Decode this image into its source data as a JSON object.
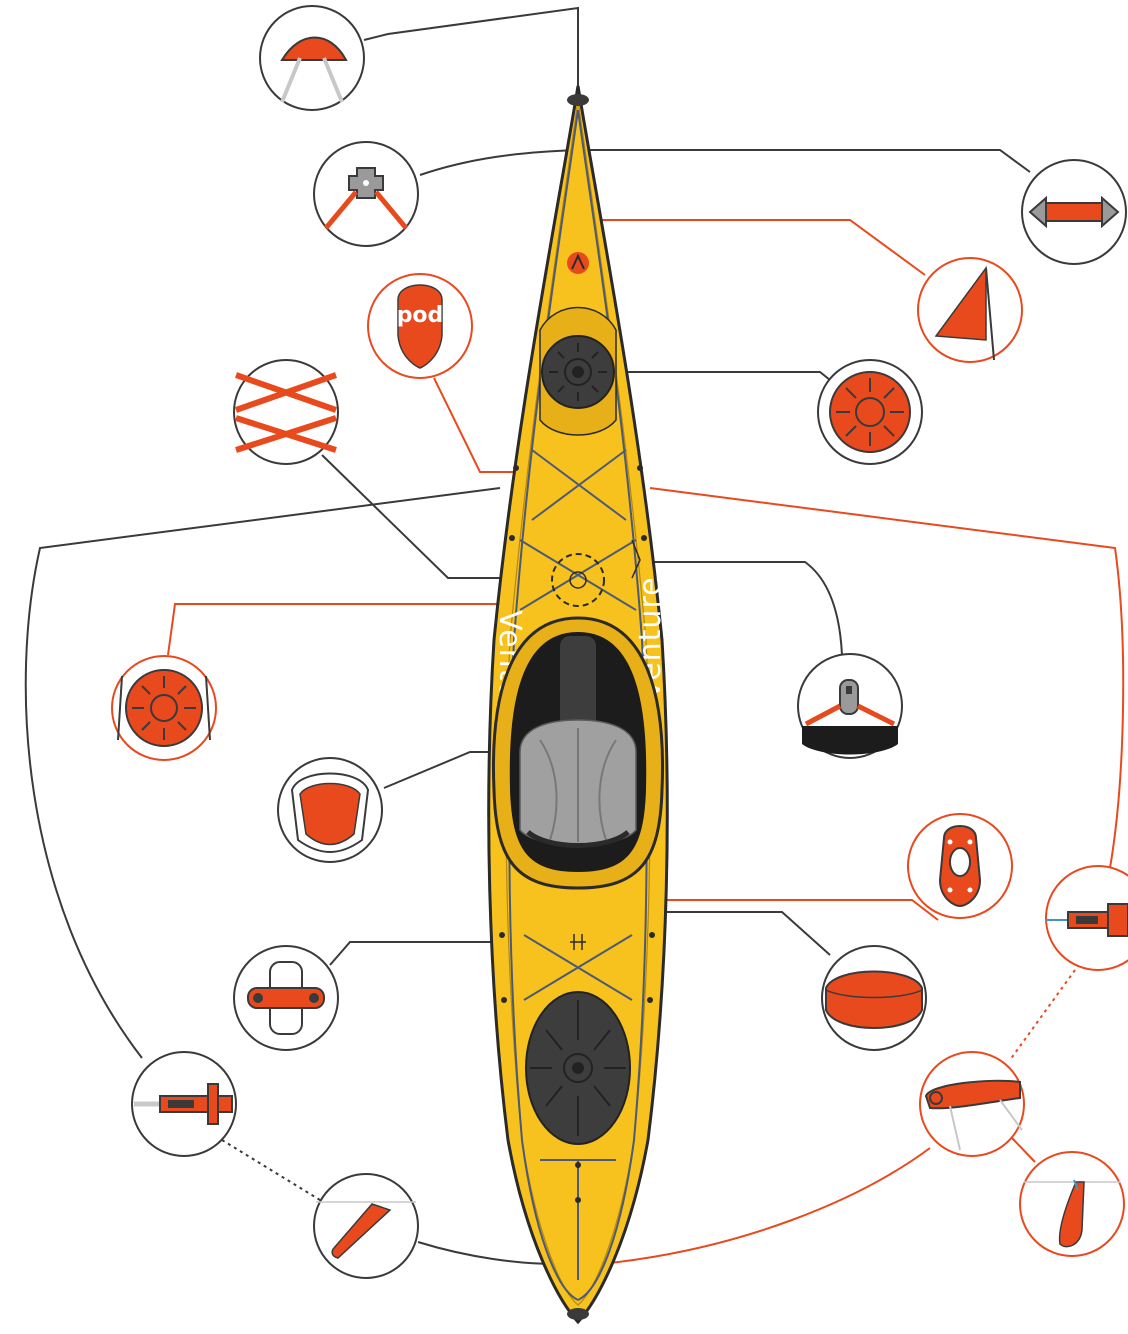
{
  "diagram": {
    "brand_text": "Venture",
    "logo_text": "pod",
    "colors": {
      "hull": "#f7c21d",
      "hull_edge": "#2a2a2a",
      "accent": "#e84a1e",
      "line": "#3a3a3a",
      "hatch": "#3d3d3d",
      "seat": "#9a9a9a",
      "rigging": "#4a5a78"
    },
    "callouts": [
      {
        "id": "bow-toggle",
        "icon": "toggle-handle-icon",
        "line_color": "dark"
      },
      {
        "id": "deck-fitting",
        "icon": "deck-fitting-icon",
        "line_color": "dark"
      },
      {
        "id": "carry-handle",
        "icon": "carry-handle-icon",
        "line_color": "dark"
      },
      {
        "id": "bow-flag",
        "icon": "safety-flag-icon",
        "line_color": "orange"
      },
      {
        "id": "pod-logo",
        "icon": "pod-badge-icon",
        "line_color": "orange"
      },
      {
        "id": "front-hatch",
        "icon": "hatch-cover-icon",
        "line_color": "dark"
      },
      {
        "id": "deck-bungee",
        "icon": "bungee-cross-icon",
        "line_color": "dark"
      },
      {
        "id": "day-hatch",
        "icon": "day-hatch-icon",
        "line_color": "orange"
      },
      {
        "id": "recessed-fitting",
        "icon": "recessed-fitting-icon",
        "line_color": "dark"
      },
      {
        "id": "seat-back",
        "icon": "seat-back-icon",
        "line_color": "dark"
      },
      {
        "id": "cable-guide",
        "icon": "cable-guide-icon",
        "line_color": "orange"
      },
      {
        "id": "skeg-control",
        "icon": "skeg-slider-icon",
        "line_color": "orange"
      },
      {
        "id": "paddle-park",
        "icon": "paddle-park-icon",
        "line_color": "dark"
      },
      {
        "id": "rear-hatch",
        "icon": "rear-hatch-icon",
        "line_color": "dark"
      },
      {
        "id": "rudder-slider",
        "icon": "rudder-slider-icon",
        "line_color": "dark"
      },
      {
        "id": "rudder-pedal",
        "icon": "rudder-pedal-icon",
        "line_color": "orange"
      },
      {
        "id": "skeg-blade",
        "icon": "skeg-blade-icon",
        "line_color": "dark"
      },
      {
        "id": "rudder-blade",
        "icon": "rudder-blade-icon",
        "line_color": "orange"
      }
    ]
  }
}
